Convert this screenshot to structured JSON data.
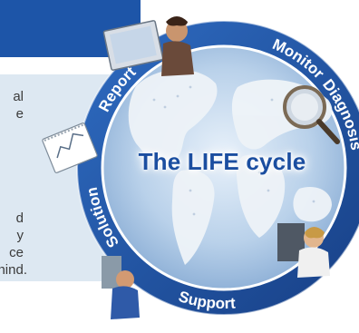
{
  "title": "The LIFE cycle",
  "stages": {
    "monitor": "Monitor",
    "diagnosis": "Diagnosis",
    "support": "Support",
    "solution": "Solution",
    "report": "Report"
  },
  "side_text_fragments": [
    "al",
    "e",
    "d",
    "y",
    "ce",
    "nind."
  ],
  "colors": {
    "banner_blue": "#1d55a8",
    "ring_blue": "#1f5cb0",
    "ocean_blue": "#a7c3e0",
    "panel_grey": "#dde8f2"
  }
}
